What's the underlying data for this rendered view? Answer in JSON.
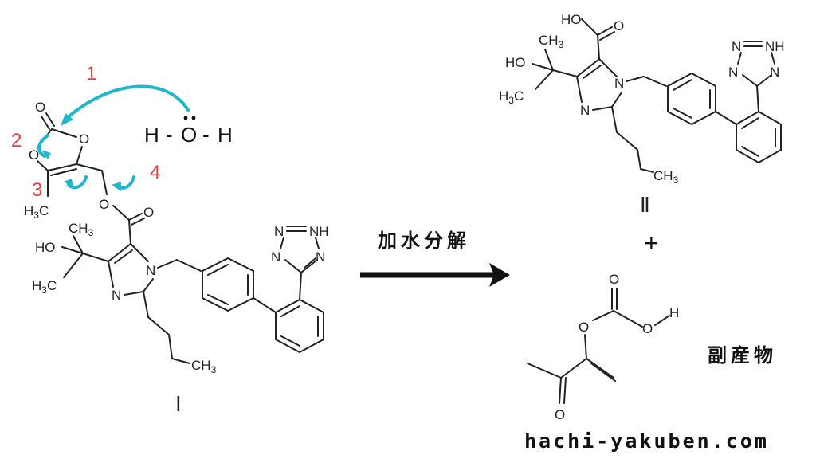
{
  "reaction": {
    "reagent": {
      "h1": "H",
      "dash1": "-",
      "o": "O",
      "dash2": "-",
      "h2": "H"
    },
    "condition": "加水分解",
    "plus": "+",
    "byproduct_label": "副産物"
  },
  "arrow_steps": [
    "1",
    "2",
    "3",
    "4"
  ],
  "compounds": {
    "I": {
      "label": "Ⅰ"
    },
    "II": {
      "label": "Ⅱ"
    }
  },
  "atoms": {
    "O": "O",
    "HO": "HO",
    "OH": "OH",
    "HOacid": "HO",
    "H": "H",
    "H3C": "H",
    "H3C_sub": "3",
    "H3C_tail": "C",
    "CH3": "CH",
    "CH3_sub": "3",
    "N": "N",
    "NH": "N",
    "NH_H": "H",
    "N1": "N",
    "N2": "N"
  },
  "watermark": "hachi-yakuben.com",
  "colors": {
    "annotation_arrow": "#20b6cc",
    "step_number": "#e0443e"
  }
}
